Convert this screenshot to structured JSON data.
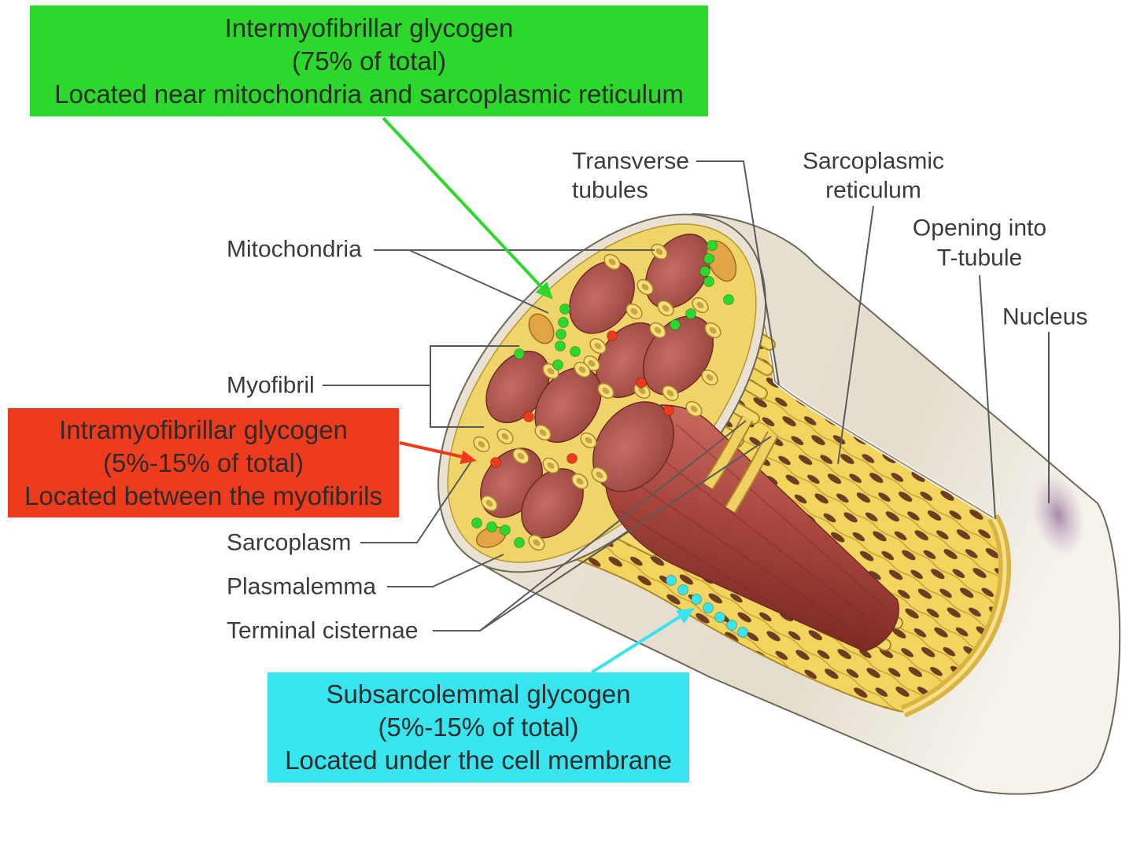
{
  "glycogen": {
    "intermyofibrillar": {
      "name": "Intermyofibrillar glycogen",
      "share": "(75% of total)",
      "location": "Located near mitochondria and sarcoplasmic reticulum",
      "color": "#2bd82b"
    },
    "intramyofibrillar": {
      "name": "Intramyofibrillar glycogen",
      "share": "(5%-15% of total)",
      "location": "Located between the myofibrils",
      "color": "#ef3b1d"
    },
    "subsarcolemmal": {
      "name": "Subsarcolemmal glycogen",
      "share": "(5%-15% of total)",
      "location": "Located under the cell membrane",
      "color": "#38e4ee"
    }
  },
  "labels": {
    "transverse_tubules": [
      "Transverse",
      "tubules"
    ],
    "sarcoplasmic_reticulum": [
      "Sarcoplasmic",
      "reticulum"
    ],
    "opening_into_t_tubule": [
      "Opening into",
      "T-tubule"
    ],
    "nucleus": "Nucleus",
    "mitochondria": "Mitochondria",
    "myofibril": "Myofibril",
    "sarcoplasm": "Sarcoplasm",
    "plasmalemma": "Plasmalemma",
    "terminal_cisternae": "Terminal cisternae"
  }
}
